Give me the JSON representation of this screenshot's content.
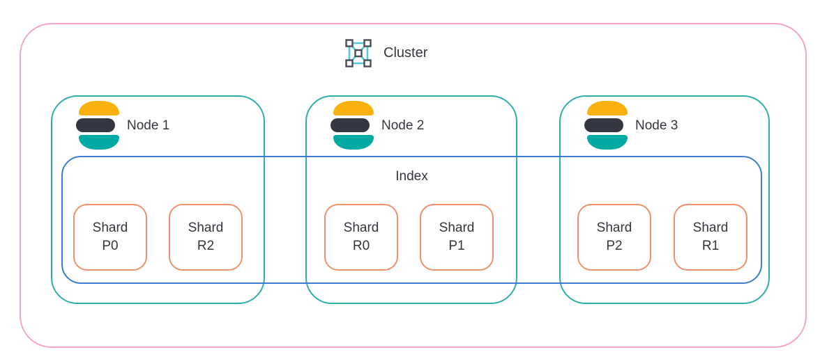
{
  "cluster": {
    "label": "Cluster"
  },
  "index": {
    "label": "Index"
  },
  "nodes": [
    {
      "label": "Node 1",
      "shards": [
        {
          "label": "Shard",
          "id": "P0"
        },
        {
          "label": "Shard",
          "id": "R2"
        }
      ]
    },
    {
      "label": "Node 2",
      "shards": [
        {
          "label": "Shard",
          "id": "R0"
        },
        {
          "label": "Shard",
          "id": "P1"
        }
      ]
    },
    {
      "label": "Node 3",
      "shards": [
        {
          "label": "Shard",
          "id": "P2"
        },
        {
          "label": "Shard",
          "id": "R1"
        }
      ]
    }
  ],
  "colors": {
    "cluster-border": "#f5a3cb",
    "node-border": "#2faea7",
    "index-border": "#3c7cd6",
    "shard-border": "#f0906a",
    "icon-line": "#56c8d8",
    "icon-square": "#4b4b56",
    "text": "#35353d",
    "es-yellow": "#f9b110",
    "es-dark": "#343741",
    "es-teal": "#00a9a3"
  }
}
